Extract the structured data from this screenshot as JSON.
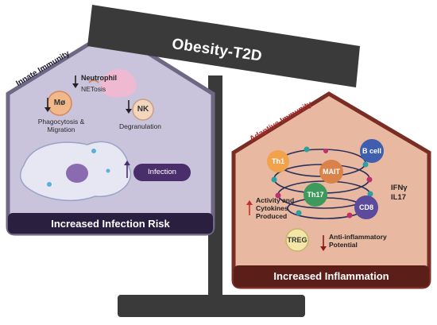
{
  "title": "Obesity-T2D",
  "innate": {
    "heading": "Innate Immunity",
    "macrophage": "Mø",
    "phagocytosis": "Phagocytosis &\nMigration",
    "neutrophil": "Neutrophil",
    "netosis": "NETosis",
    "nk": "NK",
    "degranulation": "Degranulation",
    "infection_badge": "Infection",
    "footer": "Increased Infection Risk"
  },
  "adaptive": {
    "heading": "Adaptive Immunity",
    "th1": "Th1",
    "mait": "MAIT",
    "bcell": "B cell",
    "th17": "Th17",
    "cd8": "CD8",
    "ifn": "IFNγ",
    "il17": "IL17",
    "activity": "Activity and\nCytokines\nProduced",
    "treg": "TREG",
    "anti_inflammatory": "Anti-inflammatory\nPotential",
    "footer": "Increased Inflammation"
  },
  "colors": {
    "beam": "#3a3a3a",
    "left_fill": "#c9c3db",
    "left_border": "#6e6885",
    "left_band": "#2a1f3f",
    "right_fill": "#e8b8a1",
    "right_border": "#7a2d24",
    "right_band": "#5c1e19",
    "up_arrow": "#c23030",
    "down_arrow": "#8b1a1a"
  }
}
